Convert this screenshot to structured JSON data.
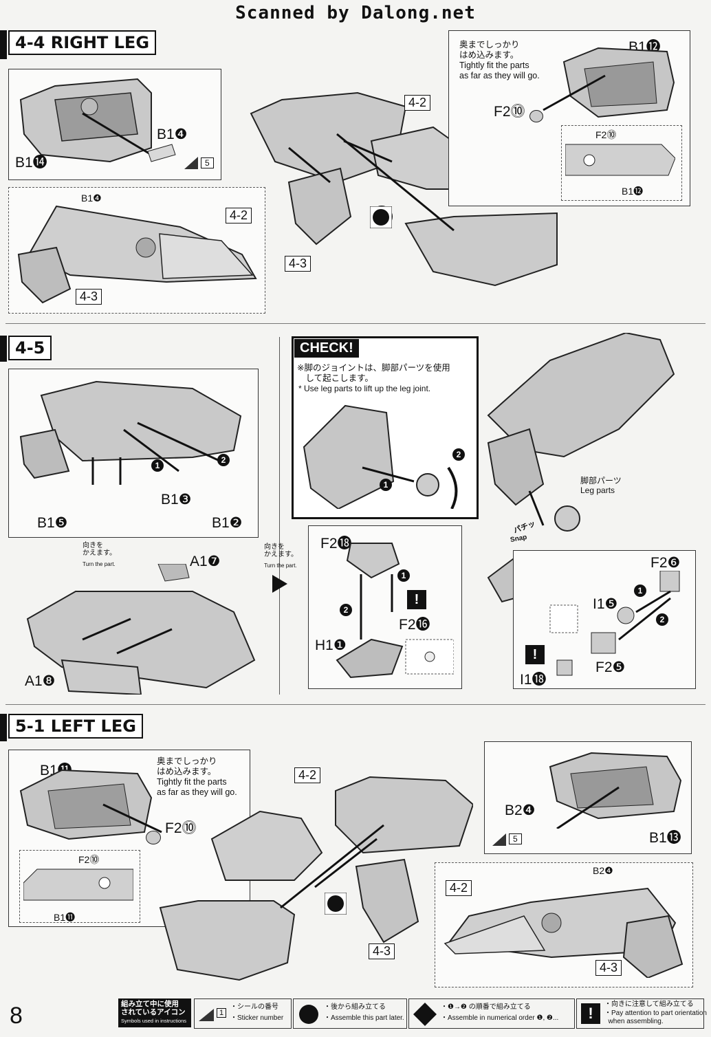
{
  "header": {
    "scan_credit": "Scanned by Dalong.net"
  },
  "page_number": "8",
  "sections": {
    "s44": {
      "title": "4-4 RIGHT LEG",
      "labels": {
        "b14a": "B1⓮",
        "b14b": "B1❹",
        "b14c": "B1❹",
        "b12": "B1⓬",
        "b12b": "B1⓬",
        "f210": "F2⓾",
        "f210b": "F2⓾",
        "sticker": "5",
        "ref42a": "4-2",
        "ref42b": "4-2",
        "ref43a": "4-3",
        "ref43b": "4-3"
      },
      "note_jp": "奥までしっかり\nはめ込みます。",
      "note_en": "Tightly fit the parts\nas far as they will go."
    },
    "s45": {
      "title": "4-5",
      "labels": {
        "b13": "B1❸",
        "b15": "B1❺",
        "b12": "B1❷",
        "a17": "A1❼",
        "a18": "A1❽",
        "f218": "F2⓲",
        "f216": "F2⓰",
        "h11": "H1❶",
        "f26": "F2❻",
        "i15": "I1❺",
        "f25": "F2❺",
        "i118": "I1⓲"
      },
      "turn_jp": "向きを\nかえます。",
      "turn_en": "Turn the part.",
      "check_title": "CHECK!",
      "check_jp": "※脚のジョイントは、脚部パーツを使用\n　して起こします。",
      "check_en": "* Use leg parts to lift up the leg joint.",
      "leg_parts_jp": "脚部パーツ",
      "leg_parts_en": "Leg parts",
      "snap_jp": "パチッ",
      "snap_en": "Snap"
    },
    "s51": {
      "title": "5-1 LEFT LEG",
      "labels": {
        "b111": "B1⓫",
        "b111b": "B1⓫",
        "f210": "F2⓾",
        "f210b": "F2⓾",
        "b24": "B2❹",
        "b24b": "B2❹",
        "b113": "B1⓭",
        "sticker": "5",
        "ref42a": "4-2",
        "ref42b": "4-2",
        "ref43a": "4-3",
        "ref43b": "4-3"
      },
      "note_jp": "奥までしっかり\nはめ込みます。",
      "note_en": "Tightly fit the parts\nas far as they will go."
    }
  },
  "legend": {
    "title_jp": "組み立て中に使用\nされているアイコン",
    "title_en": "Symbols used in instructions",
    "sticker_jp": "・シールの番号",
    "sticker_en": "・Sticker number",
    "sticker_num": "1",
    "later_jp": "・後から組み立てる",
    "later_en": "・Assemble this part later.",
    "order_jp": "・❶→❷ の順番で組み立てる",
    "order_en": "・Assemble in numerical order ❶, ❷...",
    "orient_jp": "・向きに注意して組み立てる",
    "orient_en": "・Pay attention to part orientation\n  when assembling."
  }
}
